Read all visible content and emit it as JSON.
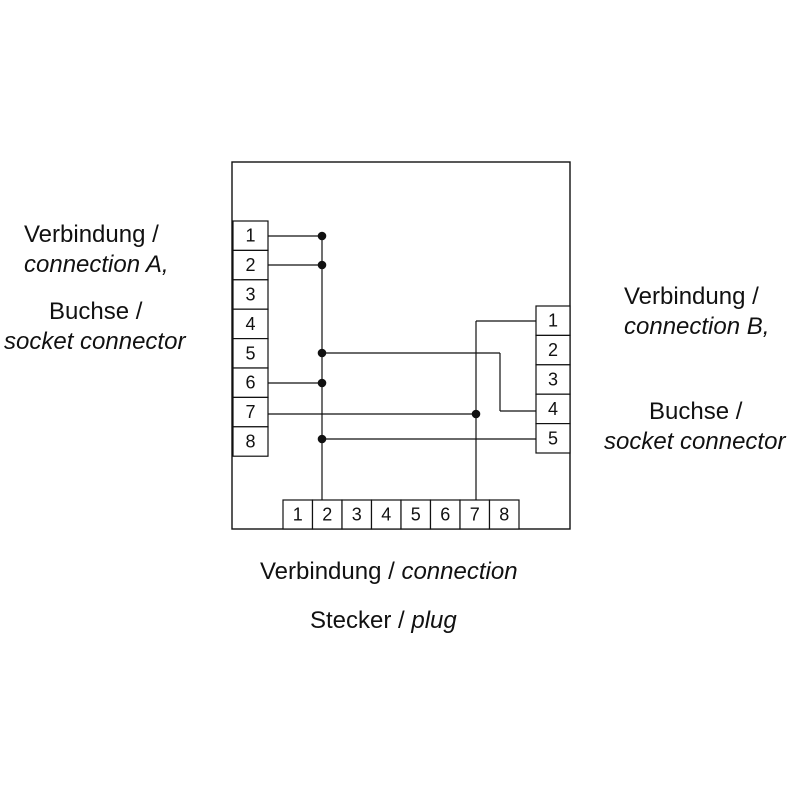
{
  "connection_a": {
    "title_de": "Verbindung /",
    "title_en": "connection A,",
    "type_de": "Buchse /",
    "type_en": "socket connector",
    "pins": [
      "1",
      "2",
      "3",
      "4",
      "5",
      "6",
      "7",
      "8"
    ]
  },
  "connection_b": {
    "title_de": "Verbindung /",
    "title_en": "connection B,",
    "type_de": "Buchse /",
    "type_en": "socket connector",
    "pins": [
      "1",
      "2",
      "3",
      "4",
      "5"
    ]
  },
  "plug": {
    "title_de": "Verbindung /",
    "title_en": "connection",
    "type_de": "Stecker /",
    "type_en": "plug",
    "pins": [
      "1",
      "2",
      "3",
      "4",
      "5",
      "6",
      "7",
      "8"
    ]
  },
  "wiring": [
    {
      "from": "A1",
      "to": "P2"
    },
    {
      "from": "A2",
      "to": "P2"
    },
    {
      "from": "A6",
      "to": "P2"
    },
    {
      "from": "A7",
      "to": "P7"
    },
    {
      "from": "B1",
      "to": "P7"
    },
    {
      "from": "B4",
      "to": "P2"
    },
    {
      "from": "B5",
      "to": "P2"
    }
  ],
  "colors": {
    "line": "#111111",
    "background": "#ffffff"
  }
}
